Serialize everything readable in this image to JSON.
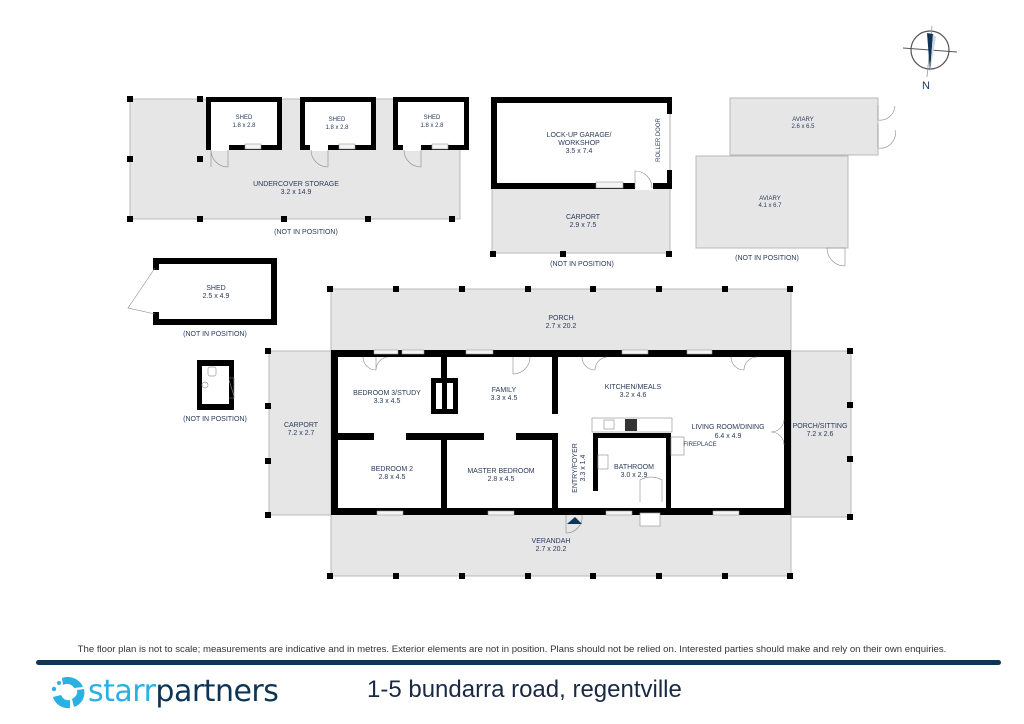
{
  "compass": {
    "label": "N",
    "icon": "north-arrow-icon"
  },
  "outbuildings": {
    "undercover_storage": {
      "name": "UNDERCOVER STORAGE",
      "size": "3.2 x 14.9",
      "note": "(NOT IN POSITION)"
    },
    "sheds_small": [
      {
        "name": "SHED",
        "size": "1.8 x 2.8"
      },
      {
        "name": "SHED",
        "size": "1.8 x 2.8"
      },
      {
        "name": "SHED",
        "size": "1.8 x 2.8"
      }
    ],
    "garage": {
      "name_line1": "LOCK-UP GARAGE/",
      "name_line2": "WORKSHOP",
      "size": "3.5 x 7.4",
      "roller_door": "ROLLER DOOR"
    },
    "garage_carport": {
      "name": "CARPORT",
      "size": "2.9 x 7.5",
      "note": "(NOT IN POSITION)"
    },
    "aviary_1": {
      "name": "AVIARY",
      "size": "2.6 x 6.5"
    },
    "aviary_2": {
      "name": "AVIARY",
      "size": "4.1 x 6.7",
      "note": "(NOT IN POSITION)"
    },
    "shed_large": {
      "name": "SHED",
      "size": "2.5 x 4.9",
      "note": "(NOT IN POSITION)"
    },
    "outhouse": {
      "note": "(NOT IN POSITION)"
    }
  },
  "house": {
    "porch": {
      "name": "PORCH",
      "size": "2.7 x 20.2"
    },
    "carport": {
      "name": "CARPORT",
      "size": "7.2 x 2.7"
    },
    "bedroom3": {
      "name": "BEDROOM 3/STUDY",
      "size": "3.3 x 4.5"
    },
    "family": {
      "name": "FAMILY",
      "size": "3.3 x 4.5"
    },
    "kitchen": {
      "name": "KITCHEN/MEALS",
      "size": "3.2 x 4.6"
    },
    "living": {
      "name": "LIVING ROOM/DINING",
      "size": "6.4 x 4.9"
    },
    "fireplace": {
      "name": "FIREPLACE"
    },
    "porch_sitting": {
      "name": "PORCH/SITTING",
      "size": "7.2 x 2.6"
    },
    "bedroom2": {
      "name": "BEDROOM 2",
      "size": "2.8 x 4.5"
    },
    "master": {
      "name": "MASTER BEDROOM",
      "size": "2.8 x 4.5"
    },
    "entry": {
      "name": "ENTRY/FOYER",
      "size": "3.3 x 1.4"
    },
    "bathroom": {
      "name": "BATHROOM",
      "size": "3.0 x 2.9"
    },
    "verandah": {
      "name": "VERANDAH",
      "size": "2.7 x 20.2"
    }
  },
  "footer": {
    "disclaimer": "The floor plan is not to scale; measurements are indicative and in metres. Exterior elements are not in position. Plans should not be relied on. Interested parties should make and rely on their own enquiries.",
    "brand_starr": "starr",
    "brand_partners": "partners",
    "address": "1-5 bundarra road, regentville"
  },
  "colors": {
    "brand_navy": "#0f3556",
    "brand_blue": "#2bb0e2",
    "exterior_floor": "#e6e6e6",
    "label": "#2a3a5a"
  }
}
